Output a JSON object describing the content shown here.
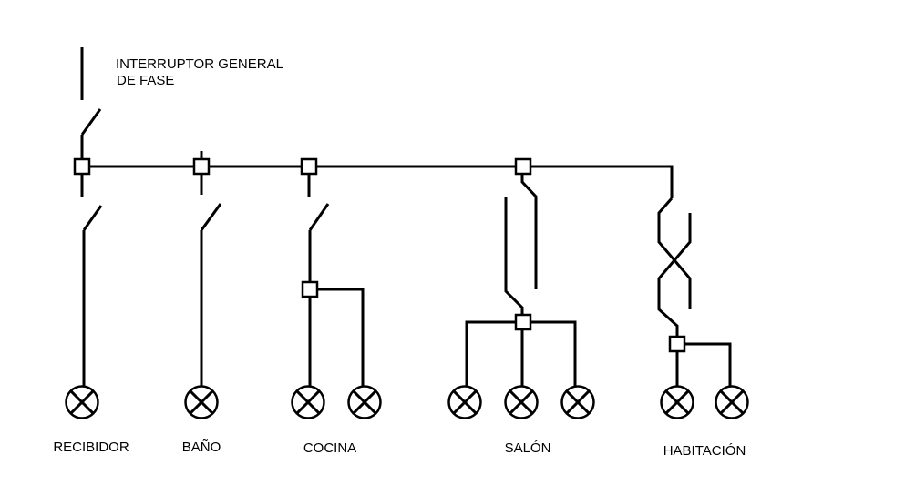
{
  "title": {
    "line1": "INTERRUPTOR GENERAL",
    "line2": "DE FASE"
  },
  "rooms": [
    {
      "id": "recibidor",
      "label": "RECIBIDOR"
    },
    {
      "id": "bano",
      "label": "BAÑO"
    },
    {
      "id": "cocina",
      "label": "COCINA"
    },
    {
      "id": "salon",
      "label": "SALÓN"
    },
    {
      "id": "habitacion",
      "label": "HABITACIÓN"
    }
  ],
  "colors": {
    "line": "#000000",
    "background": "#ffffff"
  }
}
